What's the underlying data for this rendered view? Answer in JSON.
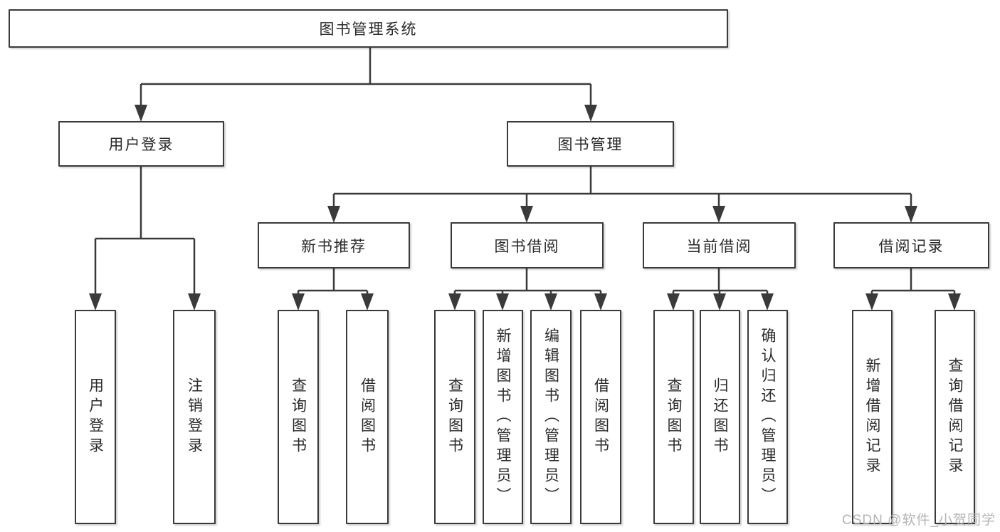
{
  "tree": {
    "label": "图书管理系统",
    "children": [
      {
        "label": "用户登录",
        "children": [
          {
            "label": "用户登录"
          },
          {
            "label": "注销登录"
          }
        ]
      },
      {
        "label": "图书管理",
        "children": [
          {
            "label": "新书推荐",
            "children": [
              {
                "label": "查询图书"
              },
              {
                "label": "借阅图书"
              }
            ]
          },
          {
            "label": "图书借阅",
            "children": [
              {
                "label": "查询图书"
              },
              {
                "label": "新增图书（管理员）"
              },
              {
                "label": "编辑图书（管理员）"
              },
              {
                "label": "借阅图书"
              }
            ]
          },
          {
            "label": "当前借阅",
            "children": [
              {
                "label": "查询图书"
              },
              {
                "label": "归还图书"
              },
              {
                "label": "确认归还（管理员）"
              }
            ]
          },
          {
            "label": "借阅记录",
            "children": [
              {
                "label": "新增借阅记录"
              },
              {
                "label": "查询借阅记录"
              }
            ]
          }
        ]
      }
    ]
  },
  "watermark": "CSDN @软件_小贺同学",
  "colors": {
    "line": "#3a3a3a",
    "text": "#2a2a2a",
    "watermark": "#b4b4b4",
    "background": "#ffffff"
  }
}
